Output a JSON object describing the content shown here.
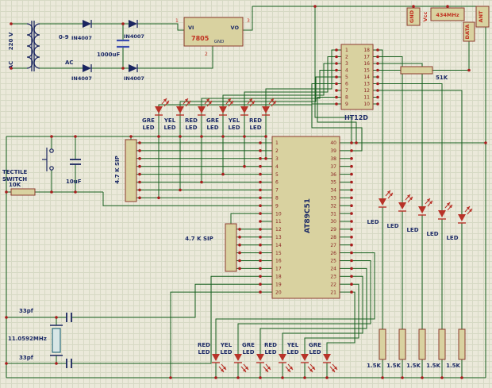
{
  "colors": {
    "wire": "#17601f",
    "junction": "#a81c1c",
    "component_fill": "#d9d2a0",
    "component_border": "#8c3b2e",
    "label": "#1c2a66",
    "value_red": "#c03020",
    "led": "#b83228"
  },
  "power_supply": {
    "primary_label_1": "220 V",
    "primary_label_2": "AC",
    "secondary_label": "0-9",
    "ac_label": "AC",
    "diode_labels": [
      "IN4007",
      "IN4007",
      "IN4007",
      "IN4007"
    ],
    "filter_cap_label": "1000uF",
    "regulator": {
      "ref": "7805",
      "vi": "VI",
      "vo": "VO",
      "gnd": "GND",
      "pin1": "1",
      "pin2": "2",
      "pin3": "3"
    }
  },
  "rf_module": {
    "gnd": "GND",
    "vcc": "Vcc",
    "freq": "434MHz",
    "ant": "ANT",
    "data": "DATA"
  },
  "decoder": {
    "ref": "HT12D",
    "left_pins": [
      "1",
      "2",
      "3",
      "4",
      "5",
      "6",
      "7",
      "8",
      "9"
    ],
    "right_pins": [
      "18",
      "17",
      "16",
      "15",
      "14",
      "13",
      "12",
      "11",
      "10"
    ],
    "resistor": "51K"
  },
  "mcu": {
    "ref": "AT89C51",
    "left_pins": [
      "1",
      "2",
      "3",
      "4",
      "5",
      "6",
      "7",
      "8",
      "9",
      "10",
      "11",
      "12",
      "13",
      "14",
      "15",
      "16",
      "17",
      "18",
      "19",
      "20"
    ],
    "right_pins": [
      "40",
      "39",
      "38",
      "37",
      "36",
      "35",
      "34",
      "33",
      "32",
      "31",
      "30",
      "29",
      "28",
      "27",
      "26",
      "25",
      "24",
      "23",
      "22",
      "21"
    ]
  },
  "reset_circuit": {
    "switch_line1": "TECTILE",
    "switch_line2": "SWITCH",
    "resistor": "10K",
    "capacitor": "10uF"
  },
  "sip1_label": "4.7 K SIP",
  "sip2_label": "4.7 K SIP",
  "top_leds": [
    "GRE LED",
    "YEL LED",
    "RED LED",
    "GRE LED",
    "YEL LED",
    "RED LED"
  ],
  "bottom_leds": [
    "RED LED",
    "YEL LED",
    "GRE LED",
    "RED LED",
    "YEL LED",
    "GRE LED"
  ],
  "right_leds": [
    "LED",
    "LED",
    "LED",
    "LED",
    "LED"
  ],
  "pullup_resistors": [
    "1.5K",
    "1.5K",
    "1.5K",
    "1.5K",
    "1.5K"
  ],
  "crystal": {
    "freq": "11.0592MHz",
    "cap1": "33pf",
    "cap2": "33pf"
  }
}
